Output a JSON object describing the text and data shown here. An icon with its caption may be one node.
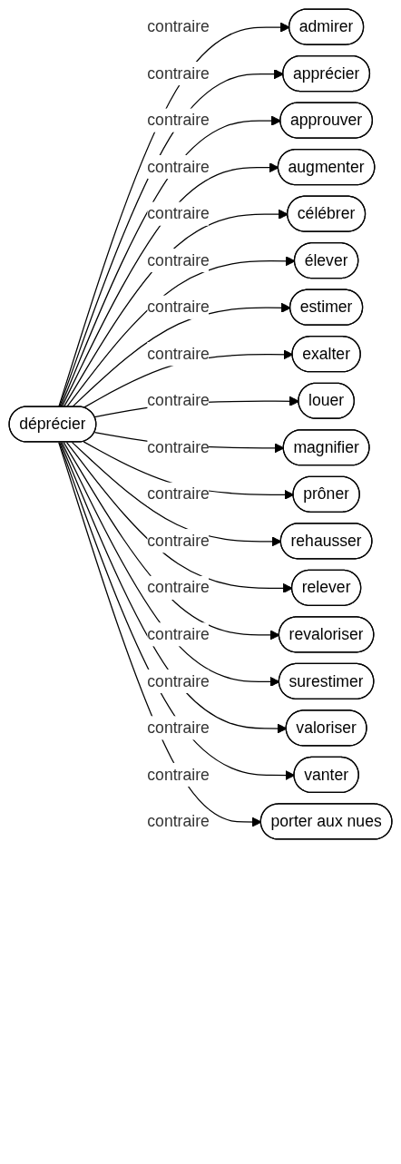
{
  "diagram": {
    "nodes": [
      {
        "text": [
          "déprécier"
        ]
      },
      {
        "text": [
          "admirer"
        ]
      },
      {
        "text": [
          "apprécier"
        ]
      },
      {
        "text": [
          "approuver"
        ]
      },
      {
        "text": [
          "augmenter"
        ]
      },
      {
        "text": [
          "célébrer"
        ]
      },
      {
        "text": [
          "élever"
        ]
      },
      {
        "text": [
          "estimer"
        ]
      },
      {
        "text": [
          "exalter"
        ]
      },
      {
        "text": [
          "louer"
        ]
      },
      {
        "text": [
          "magnifier"
        ]
      },
      {
        "text": [
          "prôner"
        ]
      },
      {
        "text": [
          "rehausser"
        ]
      },
      {
        "text": [
          "relever"
        ]
      },
      {
        "text": [
          "revaloriser"
        ]
      },
      {
        "text": [
          "surestimer"
        ]
      },
      {
        "text": [
          "valoriser"
        ]
      },
      {
        "text": [
          "vanter"
        ]
      },
      {
        "text": [
          "porter aux nues"
        ]
      }
    ],
    "edges": [
      {
        "from": 0,
        "to": 1,
        "arrow": "to",
        "label": "contraire"
      },
      {
        "from": 0,
        "to": 2,
        "arrow": "to",
        "label": "contraire"
      },
      {
        "from": 0,
        "to": 3,
        "arrow": "to",
        "label": "contraire"
      },
      {
        "from": 0,
        "to": 4,
        "arrow": "to",
        "label": "contraire"
      },
      {
        "from": 0,
        "to": 5,
        "arrow": "to",
        "label": "contraire"
      },
      {
        "from": 0,
        "to": 6,
        "arrow": "to",
        "label": "contraire"
      },
      {
        "from": 0,
        "to": 7,
        "arrow": "to",
        "label": "contraire"
      },
      {
        "from": 0,
        "to": 8,
        "arrow": "to",
        "label": "contraire"
      },
      {
        "from": 0,
        "to": 9,
        "arrow": "to",
        "label": "contraire"
      },
      {
        "from": 0,
        "to": 10,
        "arrow": "to",
        "label": "contraire"
      },
      {
        "from": 0,
        "to": 11,
        "arrow": "to",
        "label": "contraire"
      },
      {
        "from": 0,
        "to": 12,
        "arrow": "to",
        "label": "contraire"
      },
      {
        "from": 0,
        "to": 13,
        "arrow": "to",
        "label": "contraire"
      },
      {
        "from": 0,
        "to": 14,
        "arrow": "to",
        "label": "contraire"
      },
      {
        "from": 0,
        "to": 15,
        "arrow": "to",
        "label": "contraire"
      },
      {
        "from": 0,
        "to": 16,
        "arrow": "to",
        "label": "contraire"
      },
      {
        "from": 0,
        "to": 17,
        "arrow": "to",
        "label": "contraire"
      },
      {
        "from": 0,
        "to": 18,
        "arrow": "to",
        "label": "contraire"
      }
    ]
  }
}
